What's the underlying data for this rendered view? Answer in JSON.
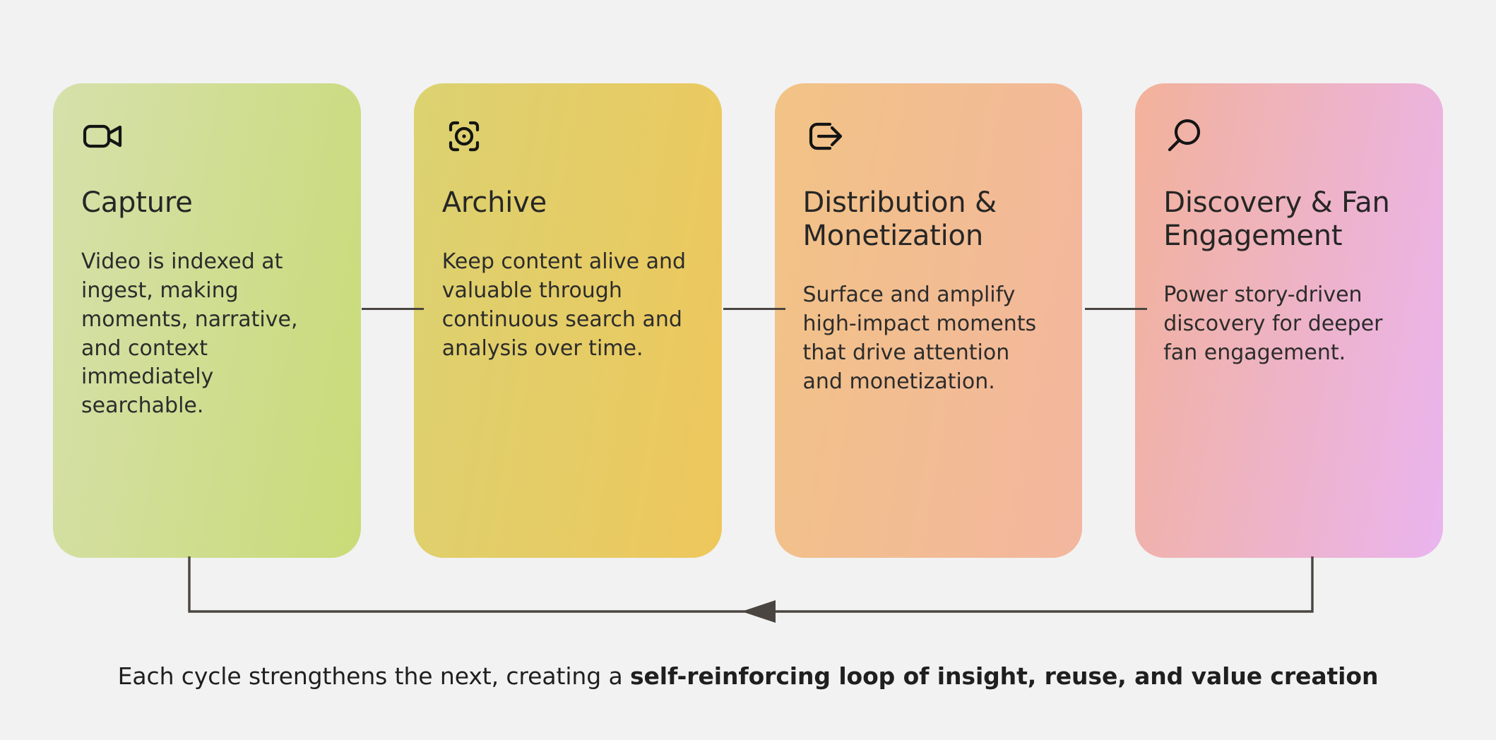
{
  "background_color": "#f2f2f2",
  "line_color": "#4a4540",
  "text_color": "#262626",
  "diagram": {
    "type": "cycle-flow",
    "cards": [
      {
        "icon": "video-camera-icon",
        "title": "Capture",
        "body": "Video is indexed at ingest, making moments, narrative, and context immediately searchable.",
        "gradient_from": "#d6e0ab",
        "gradient_to": "#c9db78"
      },
      {
        "icon": "focus-scan-icon",
        "title": "Archive",
        "body": "Keep content alive and valuable through continuous search and analysis over time.",
        "gradient_from": "#dbd271",
        "gradient_to": "#eec75c"
      },
      {
        "icon": "export-arrow-icon",
        "title": "Distribution & Monetization",
        "body": "Surface and amplify high-impact moments that drive attention and monetization.",
        "gradient_from": "#f2c385",
        "gradient_to": "#f3b69f"
      },
      {
        "icon": "magnifier-icon",
        "title": "Discovery & Fan Engagement",
        "body": "Power story-driven discovery for deeper fan engagement.",
        "gradient_from": "#f2b29a",
        "gradient_to": "#eab4ef"
      }
    ],
    "connectors": [
      {
        "name": "connector-capture-to-archive",
        "arrow": false
      },
      {
        "name": "connector-archive-to-distribution",
        "arrow": false
      },
      {
        "name": "connector-distribution-to-discovery",
        "arrow": false
      }
    ],
    "loop": {
      "name": "feedback-loop-arrow",
      "direction": "right-to-left",
      "arrowhead": "solid-triangle-left"
    },
    "caption": {
      "lead": "Each cycle strengthens the next, creating a ",
      "strong": "self-reinforcing loop of insight, reuse, and value creation"
    }
  }
}
